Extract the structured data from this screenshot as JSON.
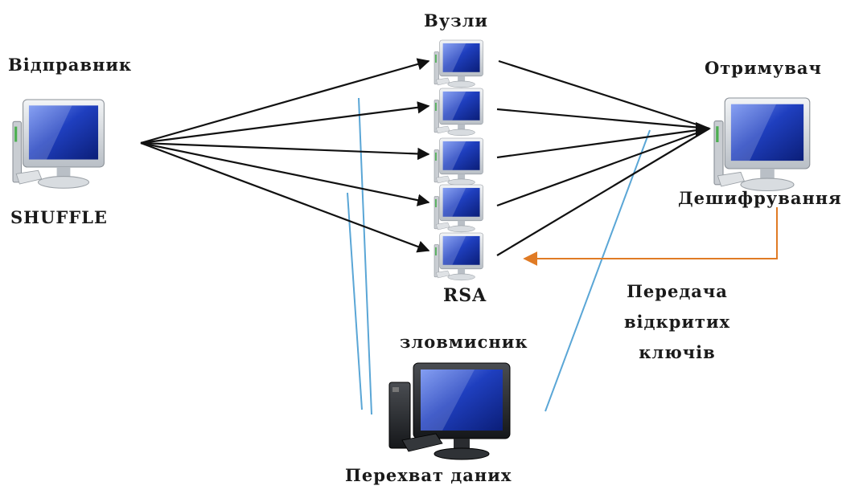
{
  "labels": {
    "sender": "Відправник",
    "shuffle": "SHUFFLE",
    "nodes": "Вузли",
    "rsa": "RSA",
    "receiver": "Отримувач",
    "decryption": "Дешифрування",
    "key_transfer": "Передача відкритих ключів",
    "attacker": "зловмисник",
    "interception": "Перехват даних"
  },
  "icons": {
    "sender": "computer-icon",
    "receiver": "computer-icon",
    "attacker": "computer-icon",
    "nodes": [
      "computer-icon",
      "computer-icon",
      "computer-icon",
      "computer-icon",
      "computer-icon"
    ]
  },
  "colors": {
    "arrow": "#111111",
    "key_transfer_arrow": "#e07b25",
    "intercept_line": "#5aa6d6",
    "screen": "#1f3fbf"
  }
}
